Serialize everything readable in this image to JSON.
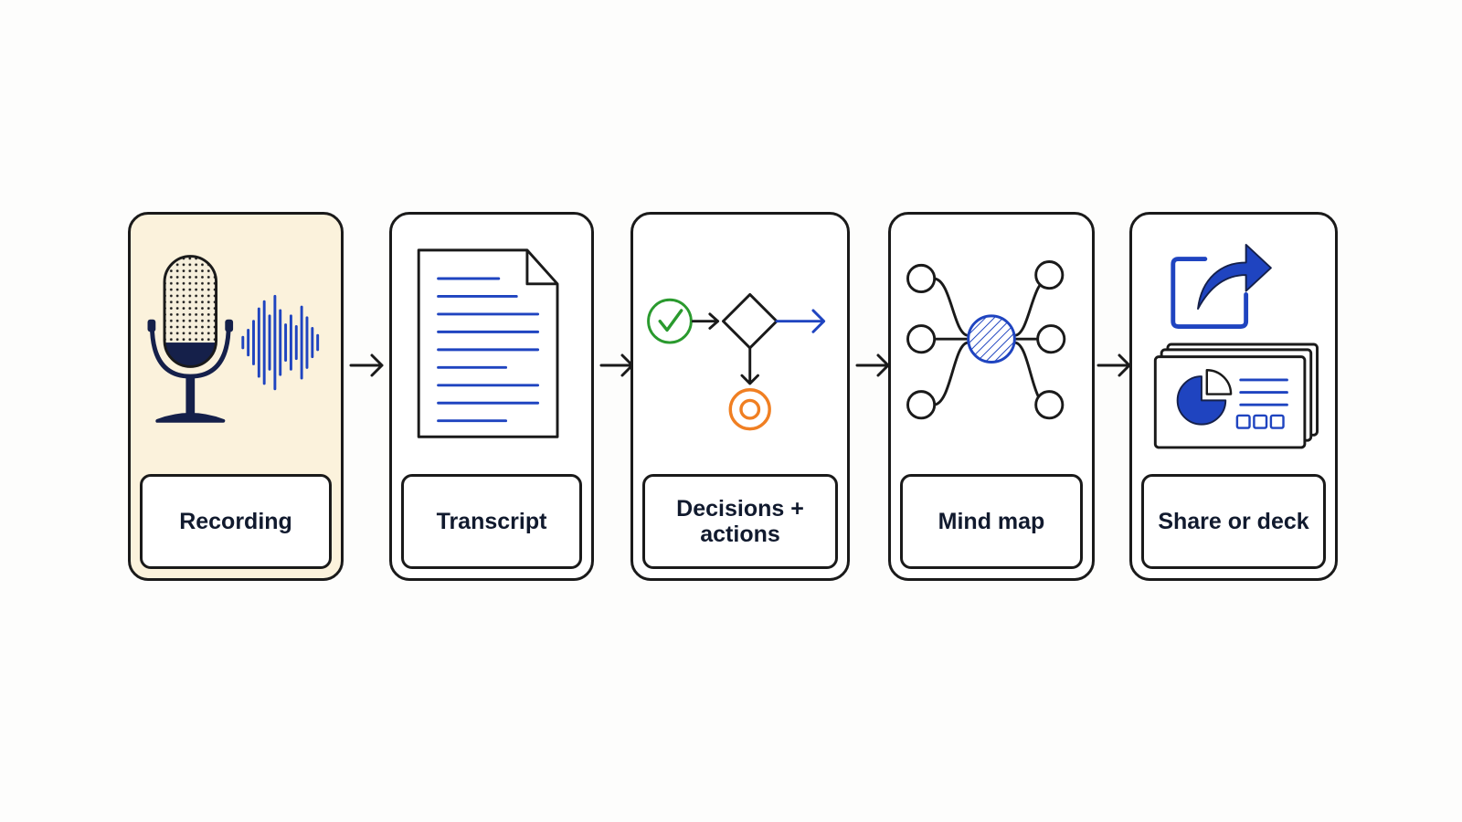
{
  "steps": [
    {
      "label": "Recording",
      "icon": "microphone-waveform-icon"
    },
    {
      "label": "Transcript",
      "icon": "document-lines-icon"
    },
    {
      "label": "Decisions +\nactions",
      "icon": "decision-flow-icon"
    },
    {
      "label": "Mind map",
      "icon": "mind-map-icon"
    },
    {
      "label": "Share or deck",
      "icon": "share-deck-icon"
    }
  ],
  "connector_icon": "arrow-right-icon",
  "colors": {
    "ink": "#1a1a1a",
    "label": "#111a2e",
    "accent_blue": "#1f44c0",
    "check_green": "#2a9a2e",
    "target_orange": "#f07f22",
    "highlight_fill": "#fbf2dc"
  }
}
